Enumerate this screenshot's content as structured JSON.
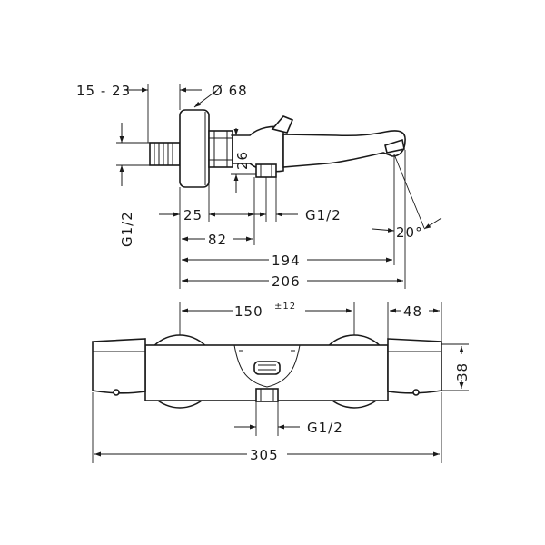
{
  "dimensions": {
    "wall_range": "15 - 23",
    "diameter": "Ø 68",
    "thread_left": "G1/2",
    "height_26": "26",
    "d25": "25",
    "thread_outlet": "G1/2",
    "angle": "20°",
    "d82": "82",
    "d194": "194",
    "d206": "206",
    "d150": "150",
    "tolerance": "±12",
    "d48": "48",
    "d38": "38",
    "thread_bottom": "G1/2",
    "d305": "305"
  }
}
